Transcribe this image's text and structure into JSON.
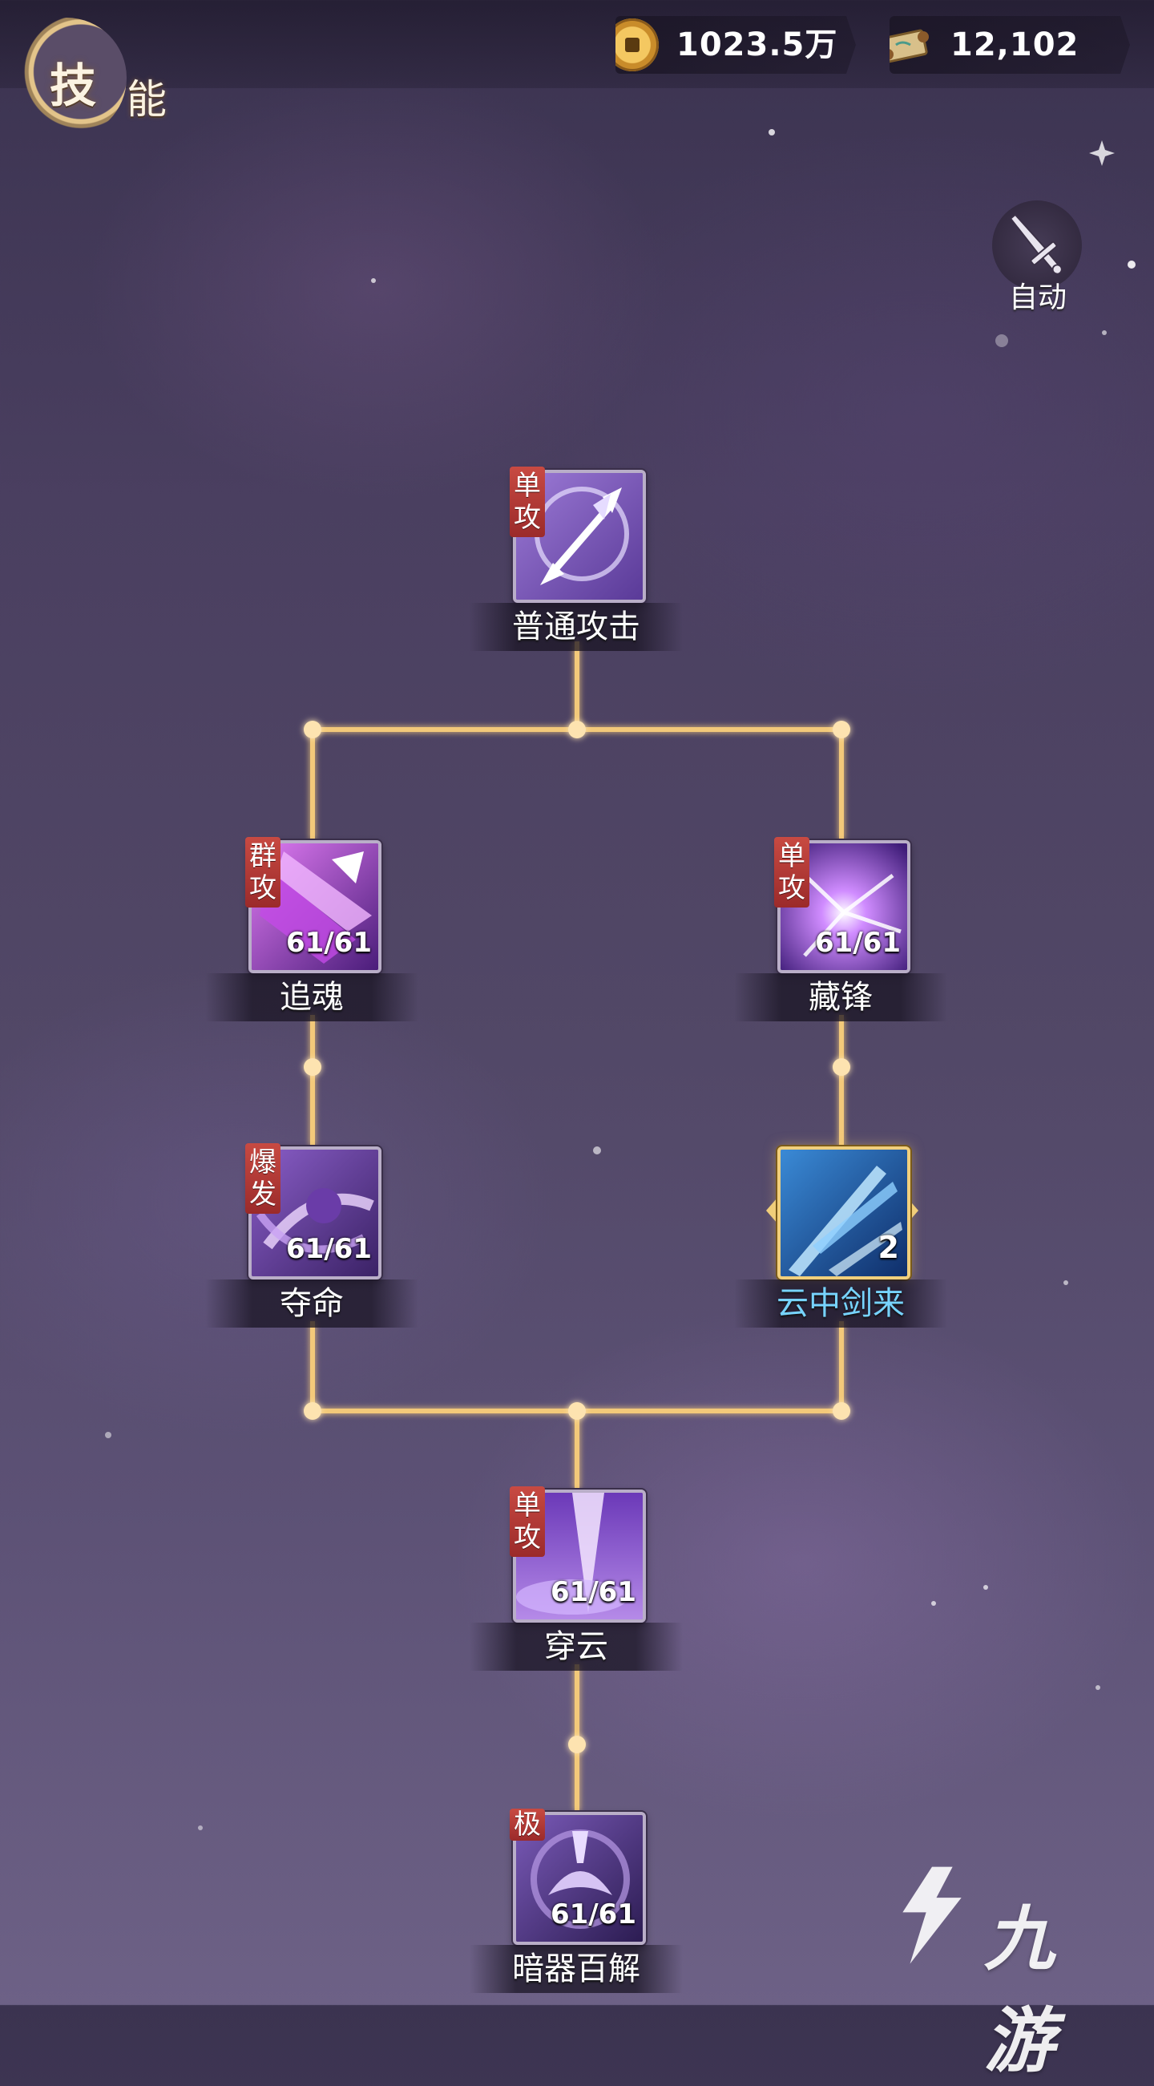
{
  "header": {
    "title_char1": "技",
    "title_char2": "能",
    "gold": "1023.5万",
    "scroll": "12,102"
  },
  "auto_button": {
    "label": "自动"
  },
  "skills": [
    {
      "id": "normal",
      "name": "普通攻击",
      "badge": [
        "单",
        "攻"
      ],
      "level": ""
    },
    {
      "id": "zhuihun",
      "name": "追魂",
      "badge": [
        "群",
        "攻"
      ],
      "level": "61/61"
    },
    {
      "id": "cangfeng",
      "name": "藏锋",
      "badge": [
        "单",
        "攻"
      ],
      "level": "61/61"
    },
    {
      "id": "duoming",
      "name": "夺命",
      "badge": [
        "爆",
        "发"
      ],
      "level": "61/61"
    },
    {
      "id": "yunzhong",
      "name": "云中剑来",
      "badge": [],
      "level": "2"
    },
    {
      "id": "chuanyun",
      "name": "穿云",
      "badge": [
        "单",
        "攻"
      ],
      "level": "61/61"
    },
    {
      "id": "anqi",
      "name": "暗器百解",
      "badge": [
        "极"
      ],
      "level": "61/61"
    }
  ],
  "watermark": {
    "text": "九游"
  },
  "colors": {
    "line": "#f3c97a",
    "badge_red": "#c84a42",
    "highlight_name": "#77d4ff",
    "frame_gold": "#f1cf7c"
  },
  "icons": [
    "coin-icon",
    "scroll-icon",
    "sword-icon",
    "jiuyou-logo"
  ]
}
